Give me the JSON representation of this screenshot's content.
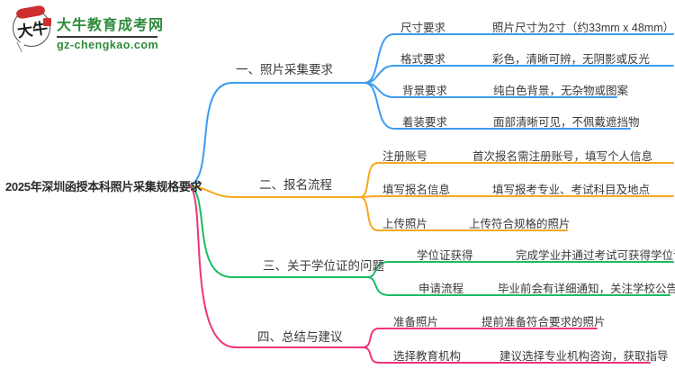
{
  "logo": {
    "icon_text": "大牛",
    "title": "大牛教育成考网",
    "domain": "gz-chengkao.com"
  },
  "root": {
    "title": "2025年深圳函授本科照片采集规格要求"
  },
  "branches": [
    {
      "label": "一、照片采集要求",
      "color": "#3d9bf0",
      "children": [
        {
          "label": "尺寸要求",
          "value": "照片尺寸为2寸（约33mm x 48mm）"
        },
        {
          "label": "格式要求",
          "value": "彩色，清晰可辨，无阴影或反光"
        },
        {
          "label": "背景要求",
          "value": "纯白色背景，无杂物或图案"
        },
        {
          "label": "着装要求",
          "value": "面部清晰可见，不佩戴遮挡物"
        }
      ]
    },
    {
      "label": "二、报名流程",
      "color": "#f7a71f",
      "children": [
        {
          "label": "注册账号",
          "value": "首次报名需注册账号，填写个人信息"
        },
        {
          "label": "填写报名信息",
          "value": "填写报考专业、考试科目及地点"
        },
        {
          "label": "上传照片",
          "value": "上传符合规格的照片"
        }
      ]
    },
    {
      "label": "三、关于学位证的问题",
      "color": "#19bd63",
      "children": [
        {
          "label": "学位证获得",
          "value": "完成学业并通过考试可获得学位证"
        },
        {
          "label": "申请流程",
          "value": "毕业前会有详细通知，关注学校公告"
        }
      ]
    },
    {
      "label": "四、总结与建议",
      "color": "#f0327c",
      "children": [
        {
          "label": "准备照片",
          "value": "提前准备符合要求的照片"
        },
        {
          "label": "选择教育机构",
          "value": "建议选择专业机构咨询，获取指导"
        }
      ]
    }
  ],
  "colors": {
    "branch1": "#3d9bf0",
    "branch2": "#f7a71f",
    "branch3": "#19bd63",
    "branch4": "#f0327c",
    "logogreen": "#2e8b3a",
    "logored": "#cf2e2e",
    "text": "#3a3a3a"
  }
}
